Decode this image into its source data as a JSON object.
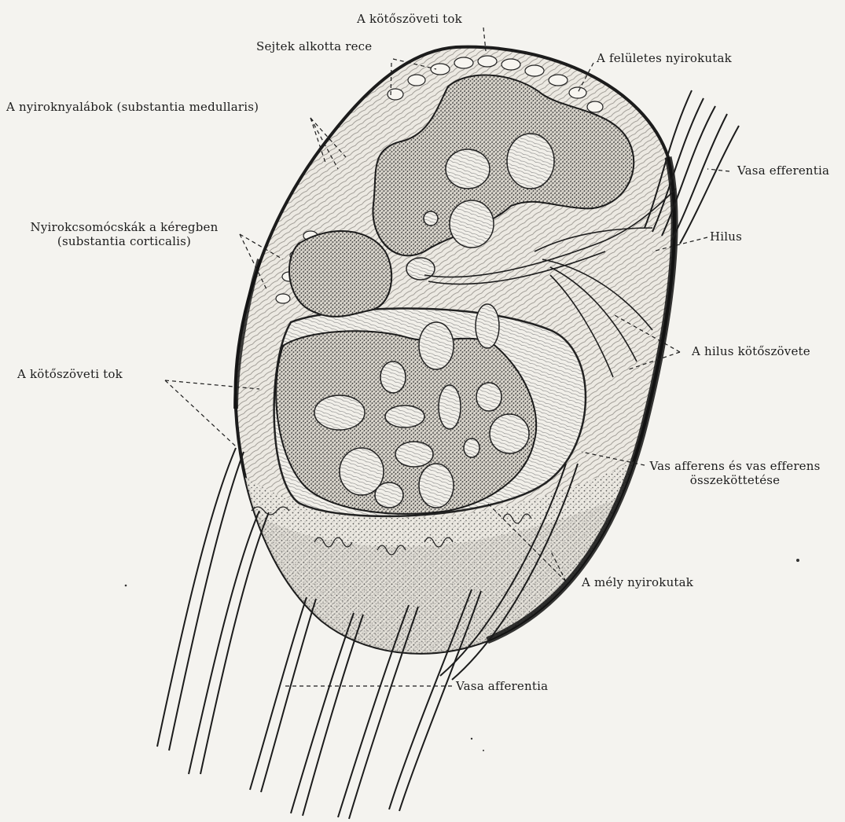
{
  "labels": {
    "capsule_top": "A kötőszöveti tok",
    "reticulum": "Sejtek alkotta rece",
    "superficial_vessels": "A felületes nyirokutak",
    "medullary_cords": "A nyiroknyalábok (substantia medullaris)",
    "vasa_efferentia": "Vasa efferentia",
    "nodules_line1": "Nyirokcsomócskák a kéregben",
    "nodules_line2": "(substantia corticalis)",
    "hilus": "Hilus",
    "hilus_connective": "A hilus kötőszövete",
    "capsule_left": "A kötőszöveti tok",
    "connection_line1": "Vas afferens és vas efferens",
    "connection_line2": "összeköttetése",
    "deep_vessels": "A mély nyirokutak",
    "vasa_afferentia": "Vasa afferentia"
  },
  "colors": {
    "ink": "#1c1c1c",
    "paper": "#f4f3ef",
    "tissue": "#e7e4dc",
    "stipple": "#5a5a5a"
  }
}
